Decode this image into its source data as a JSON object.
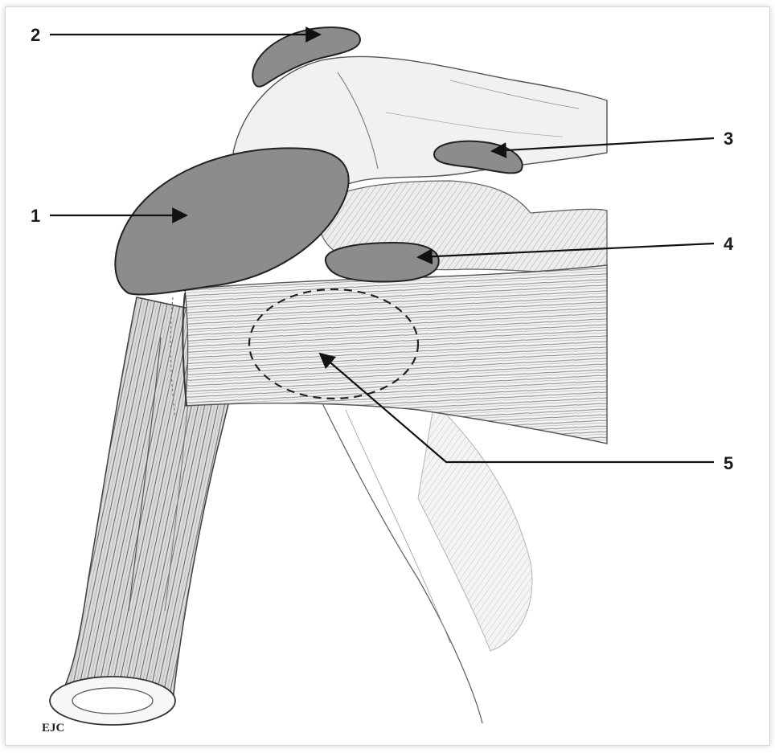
{
  "callouts": [
    {
      "id": "1",
      "label": "1"
    },
    {
      "id": "2",
      "label": "2"
    },
    {
      "id": "3",
      "label": "3"
    },
    {
      "id": "4",
      "label": "4"
    },
    {
      "id": "5",
      "label": "5"
    }
  ],
  "signature": "EJC",
  "colors": {
    "highlight_fill": "#8c8c8c",
    "ink": "#1a1a1a",
    "sketch": "#555555",
    "background": "#ffffff"
  }
}
